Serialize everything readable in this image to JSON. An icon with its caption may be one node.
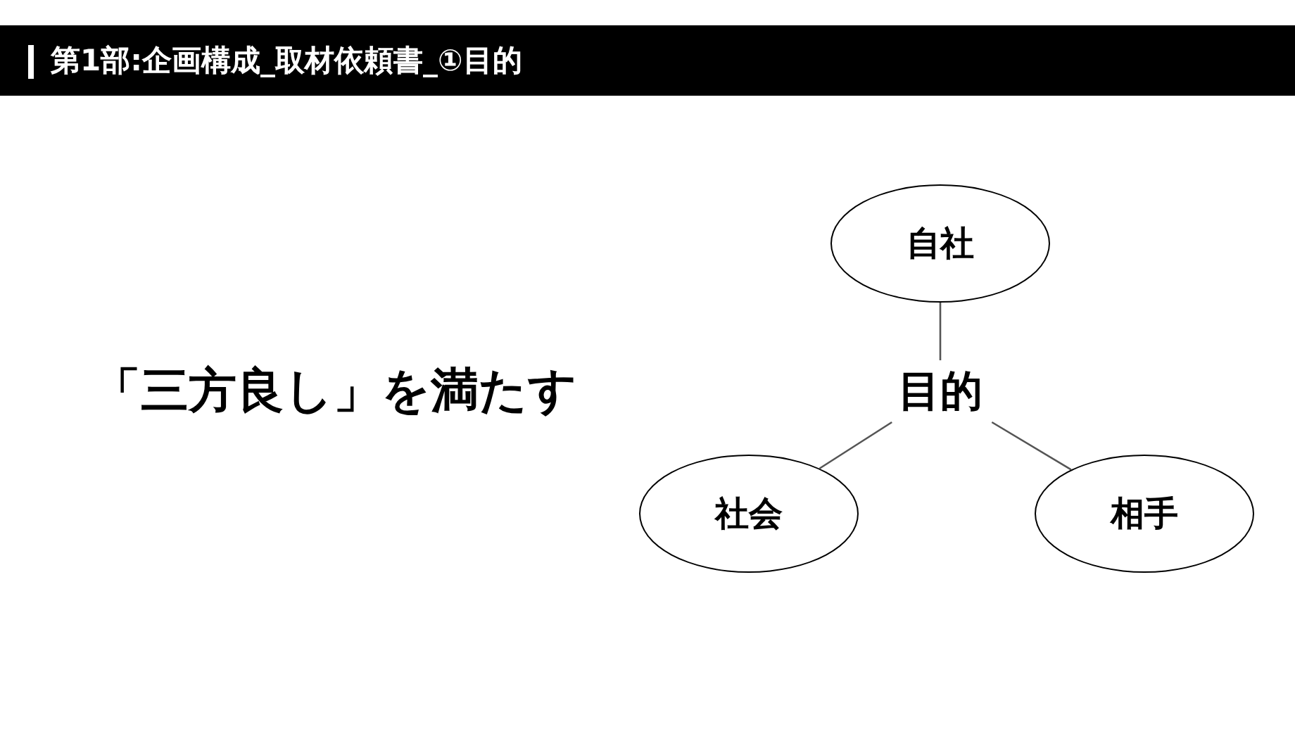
{
  "diagram": {
    "title": "第1部:企画構成_取材依頼書_①目的",
    "nodes": [
      {
        "text": [
          "自社"
        ]
      },
      {
        "text": [
          "目的"
        ]
      },
      {
        "text": [
          "社会"
        ]
      },
      {
        "text": [
          "相手"
        ]
      }
    ],
    "edges": [
      {
        "from": 0,
        "to": 1,
        "arrow": "none"
      },
      {
        "from": 1,
        "to": 2,
        "arrow": "none"
      },
      {
        "from": 1,
        "to": 3,
        "arrow": "none"
      }
    ],
    "labels": [
      "「三方良し」を満たす"
    ]
  }
}
